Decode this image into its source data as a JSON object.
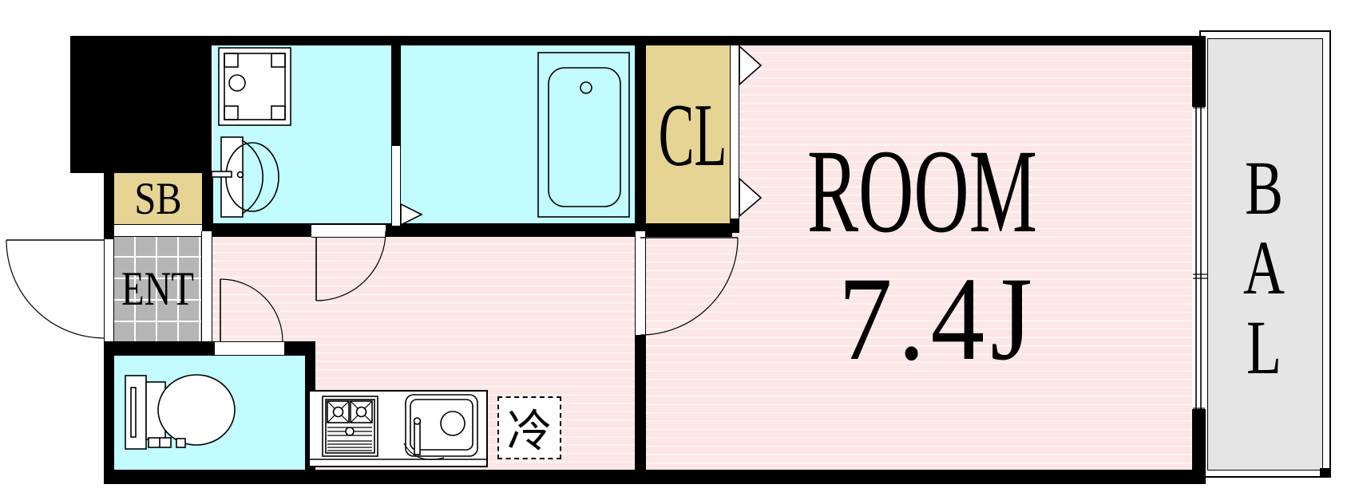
{
  "floorplan": {
    "type_note": "studio apartment floor plan",
    "labels": {
      "shoe_box": "SB",
      "entrance": "ENT",
      "closet": "CL",
      "room": "ROOM",
      "room_size": "7.4J",
      "balcony_letters": [
        "B",
        "A",
        "L"
      ],
      "refrigerator": "冷"
    },
    "colors": {
      "wall": "#000000",
      "wet_area_cyan": "#c2fcff",
      "storage_tan": "#e5d494",
      "entrance_tile_gray": "#b5b5b5",
      "floor_pink": "#fce6e6",
      "floor_pink_stripe": "#fdf2f2",
      "balcony_gray": "#e5e5e5",
      "background": "#ffffff"
    }
  }
}
